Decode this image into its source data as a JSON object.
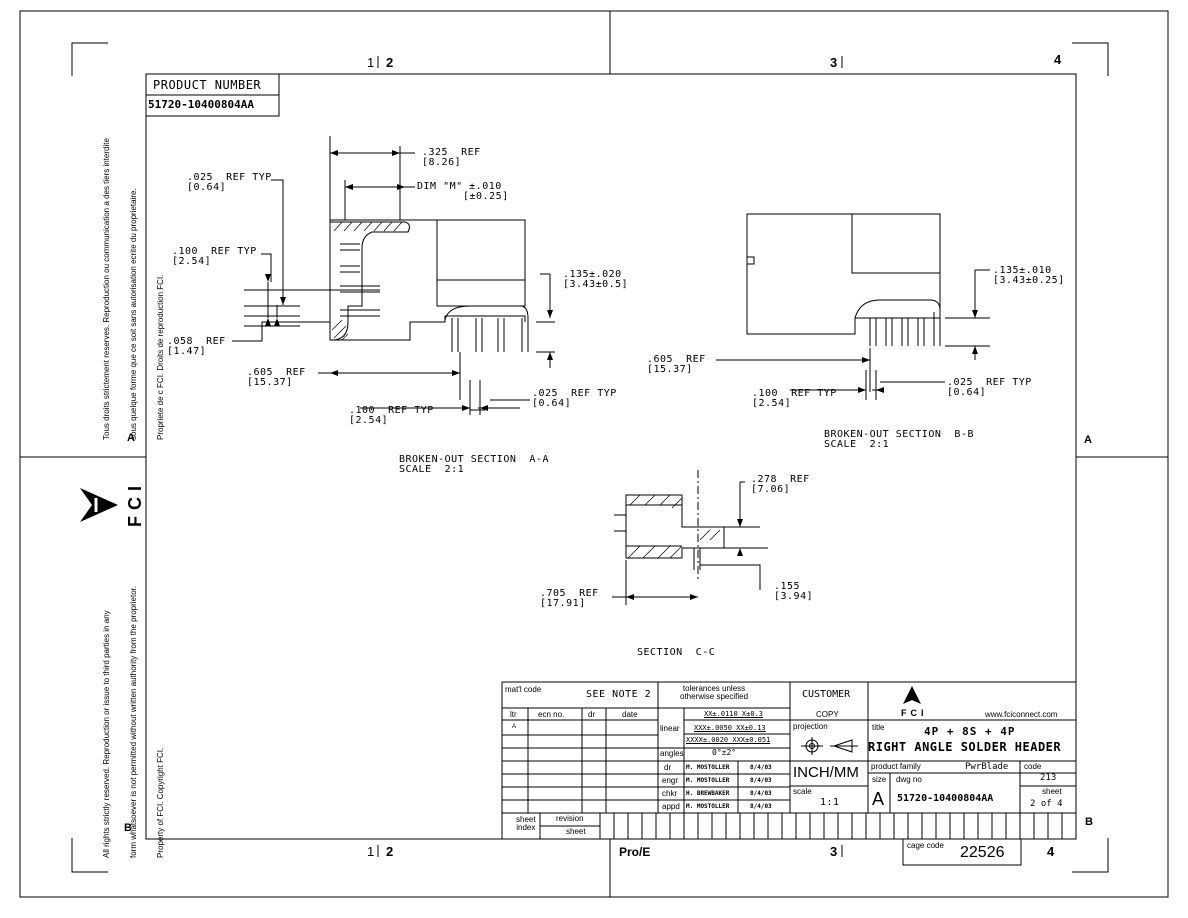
{
  "border": {
    "zones_top": [
      "1",
      "2",
      "3",
      "4"
    ],
    "zones_bottom": [
      "1",
      "2",
      "3",
      "4"
    ],
    "rows_left": [
      "A",
      "B"
    ],
    "rows_right": [
      "A",
      "B"
    ]
  },
  "product_number": {
    "label": "PRODUCT NUMBER",
    "value": "51720-10400804AA"
  },
  "left_margin": {
    "french_notice": [
      "Tous droits strictement reserves. Reproduction ou communication a des tiers interdite",
      "sous quelque forme que ce soit sans autorisation ecrite du proprietaire.",
      "Propriete de c FCI. Droits de reproduction FCI."
    ],
    "english_notice": [
      "All rights strictly reserved. Reproduction or issue to third parties in any",
      "form whatsoever is not permitted without written authority from the proprietor.",
      "Property of FCI. Copyright FCI."
    ],
    "logo_text": "FCI"
  },
  "section_aa": {
    "dims": [
      {
        "v": ".325  REF",
        "m": "[8.26]"
      },
      {
        "v": "DIM \"M\" ±.010",
        "m": "[±0.25]"
      },
      {
        "v": ".025  REF TYP",
        "m": "[0.64]"
      },
      {
        "v": ".100  REF TYP",
        "m": "[2.54]"
      },
      {
        "v": ".135±.020",
        "m": "[3.43±0.5]"
      },
      {
        "v": ".058  REF",
        "m": "[1.47]"
      },
      {
        "v": ".605  REF",
        "m": "[15.37]"
      },
      {
        "v": ".025  REF TYP",
        "m": "[0.64]"
      },
      {
        "v": ".100  REF TYP",
        "m": "[2.54]"
      }
    ],
    "caption": "BROKEN-OUT SECTION  A-A",
    "scale": "SCALE  2:1"
  },
  "section_bb": {
    "dims": [
      {
        "v": ".135±.010",
        "m": "[3.43±0.25]"
      },
      {
        "v": ".605  REF",
        "m": "[15.37]"
      },
      {
        "v": ".100  REF TYP",
        "m": "[2.54]"
      },
      {
        "v": ".025  REF TYP",
        "m": "[0.64]"
      }
    ],
    "caption": "BROKEN-OUT SECTION  B-B",
    "scale": "SCALE  2:1"
  },
  "section_cc": {
    "dims": [
      {
        "v": ".278  REF",
        "m": "[7.06]"
      },
      {
        "v": ".155",
        "m": "[3.94]"
      },
      {
        "v": ".705  REF",
        "m": "[17.91]"
      }
    ],
    "caption": "SECTION  C-C"
  },
  "title_block": {
    "matl_code_label": "mat'l code",
    "see_note": "SEE NOTE 2",
    "rev_headers": [
      "ltr",
      "ecn no.",
      "dr",
      "date"
    ],
    "rev_row": "A",
    "tol_header": [
      "tolerances unless",
      "otherwise specified"
    ],
    "linear_label": "linear",
    "linear_values": [
      "XX±.0110 X±0.3",
      "XXX±.0050 XX±0.13",
      "XXXX±.0020 XXX±0.051"
    ],
    "angles_label": "angles",
    "angles_value": "0°±2°",
    "approvals": [
      {
        "role": "dr",
        "name": "M. MOSTOLLER",
        "date": "8/4/03"
      },
      {
        "role": "engr",
        "name": "M. MOSTOLLER",
        "date": "8/4/03"
      },
      {
        "role": "chkr",
        "name": "H. BREWBAKER",
        "date": "8/4/03"
      },
      {
        "role": "appd",
        "name": "M. MOSTOLLER",
        "date": "8/4/03"
      }
    ],
    "customer_label": "CUSTOMER",
    "copy_label": "COPY",
    "projection_label": "projection",
    "units": "INCH/MM",
    "scale_label": "scale",
    "scale_value": "1:1",
    "logo_text": "FCI",
    "website": "www.fciconnect.com",
    "title_label": "title",
    "title_line1": "4P + 8S + 4P",
    "title_line2": "RIGHT ANGLE SOLDER HEADER",
    "product_family_label": "product family",
    "product_family": "PwrBlade",
    "code_label": "code",
    "code_value": "213",
    "size_label": "size",
    "size_value": "A",
    "dwg_no_label": "dwg no",
    "dwg_no": "51720-10400804AA",
    "sheet_label": "sheet",
    "sheet_value": "2 of 4",
    "sheet_index_label": [
      "sheet",
      "index"
    ],
    "revision_label": "revision",
    "sheet_small_label": "sheet",
    "cage_code_label": "cage code",
    "cage_code": "22526",
    "software": "Pro/E"
  }
}
